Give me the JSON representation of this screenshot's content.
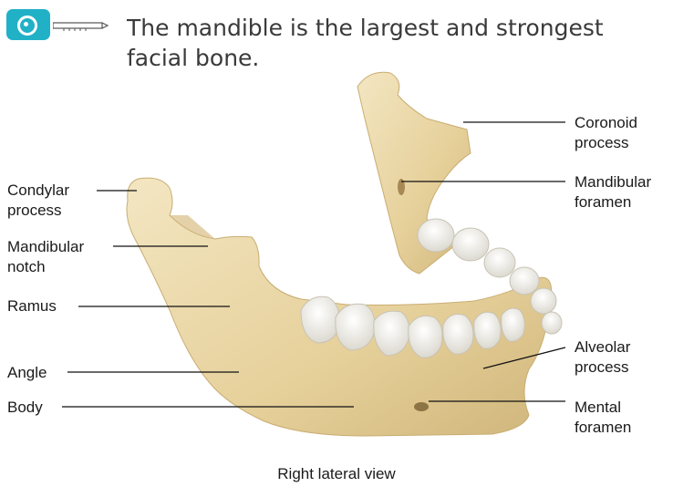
{
  "header": {
    "icon": "key-icon",
    "accent_color": "#21b1c7",
    "text": "The mandible is the largest and strongest facial bone."
  },
  "diagram": {
    "labels": {
      "condylar_process": "Condylar\nprocess",
      "mandibular_notch": "Mandibular\nnotch",
      "ramus": "Ramus",
      "angle": "Angle",
      "body": "Body",
      "coronoid_process": "Coronoid\nprocess",
      "mandibular_foramen": "Mandibular\nforamen",
      "alveolar_process": "Alveolar\nprocess",
      "mental_foramen": "Mental\nforamen"
    },
    "caption": "Right lateral view",
    "bone_color": "#ead7a8"
  }
}
